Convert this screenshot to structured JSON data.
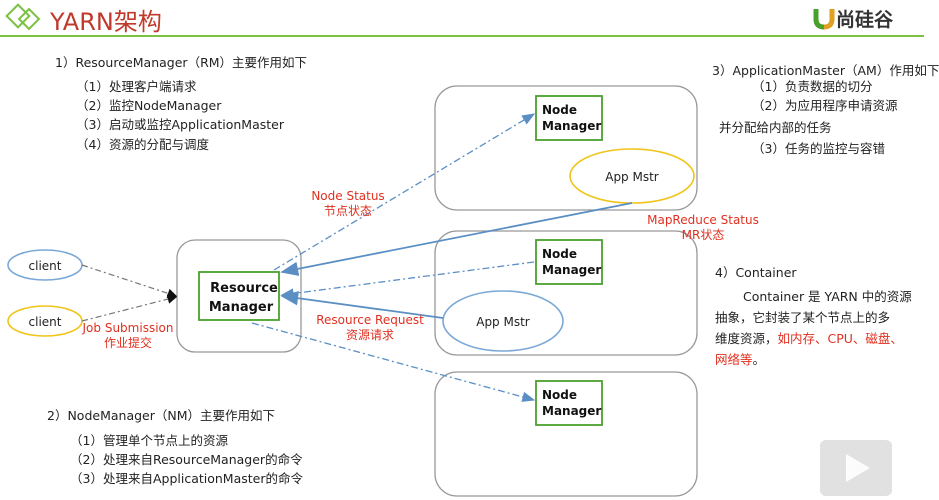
{
  "header": {
    "title": "YARN架构",
    "logo_text": "尚硅谷"
  },
  "rm_section": {
    "heading": "1）ResourceManager（RM）主要作用如下",
    "items": [
      "（1）处理客户端请求",
      "（2）监控NodeManager",
      "（3）启动或监控ApplicationMaster",
      "（4）资源的分配与调度"
    ]
  },
  "nm_section": {
    "heading": "2）NodeManager（NM）主要作用如下",
    "items": [
      "（1）管理单个节点上的资源",
      "（2）处理来自ResourceManager的命令",
      "（3）处理来自ApplicationMaster的命令"
    ]
  },
  "am_section": {
    "heading": "3）ApplicationMaster（AM）作用如下",
    "items": [
      "（1）负责数据的切分",
      "（2）为应用程序申请资源",
      "并分配给内部的任务",
      "（3）任务的监控与容错"
    ]
  },
  "container_section": {
    "heading": "4）Container",
    "line1": "Container 是 YARN 中的资源",
    "line2": "抽象，它封装了某个节点上的多",
    "line3_plain": "维度资源，",
    "line3_red": "如内存、CPU、磁盘、",
    "line4_red": "网络等",
    "line4_plain": "。"
  },
  "diagram": {
    "client1": "client",
    "client2": "client",
    "rm_line1": "Resource",
    "rm_line2": "Manager",
    "nm1_line1": "Node",
    "nm1_line2": "Manager",
    "nm2_line1": "Node",
    "nm2_line2": "Manager",
    "nm3_line1": "Node",
    "nm3_line2": "Manager",
    "am1": "App Mstr",
    "am2": "App Mstr",
    "label_node_status_en": "Node Status",
    "label_node_status_zh": "节点状态",
    "label_mr_status_en": "MapReduce Status",
    "label_mr_status_zh": "MR状态",
    "label_resource_request_en": "Resource Request",
    "label_resource_request_zh": "资源请求",
    "label_job_submission_en": "Job Submission",
    "label_job_submission_zh": "作业提交"
  },
  "colors": {
    "title_red": "#c0392b",
    "label_red": "#e03020",
    "header_green": "#7cc241",
    "node_green": "#4aa02c",
    "client_blue": "#7aa8d6",
    "client_yellow": "#f0c419",
    "arrow_blue": "#5b8fc4"
  }
}
